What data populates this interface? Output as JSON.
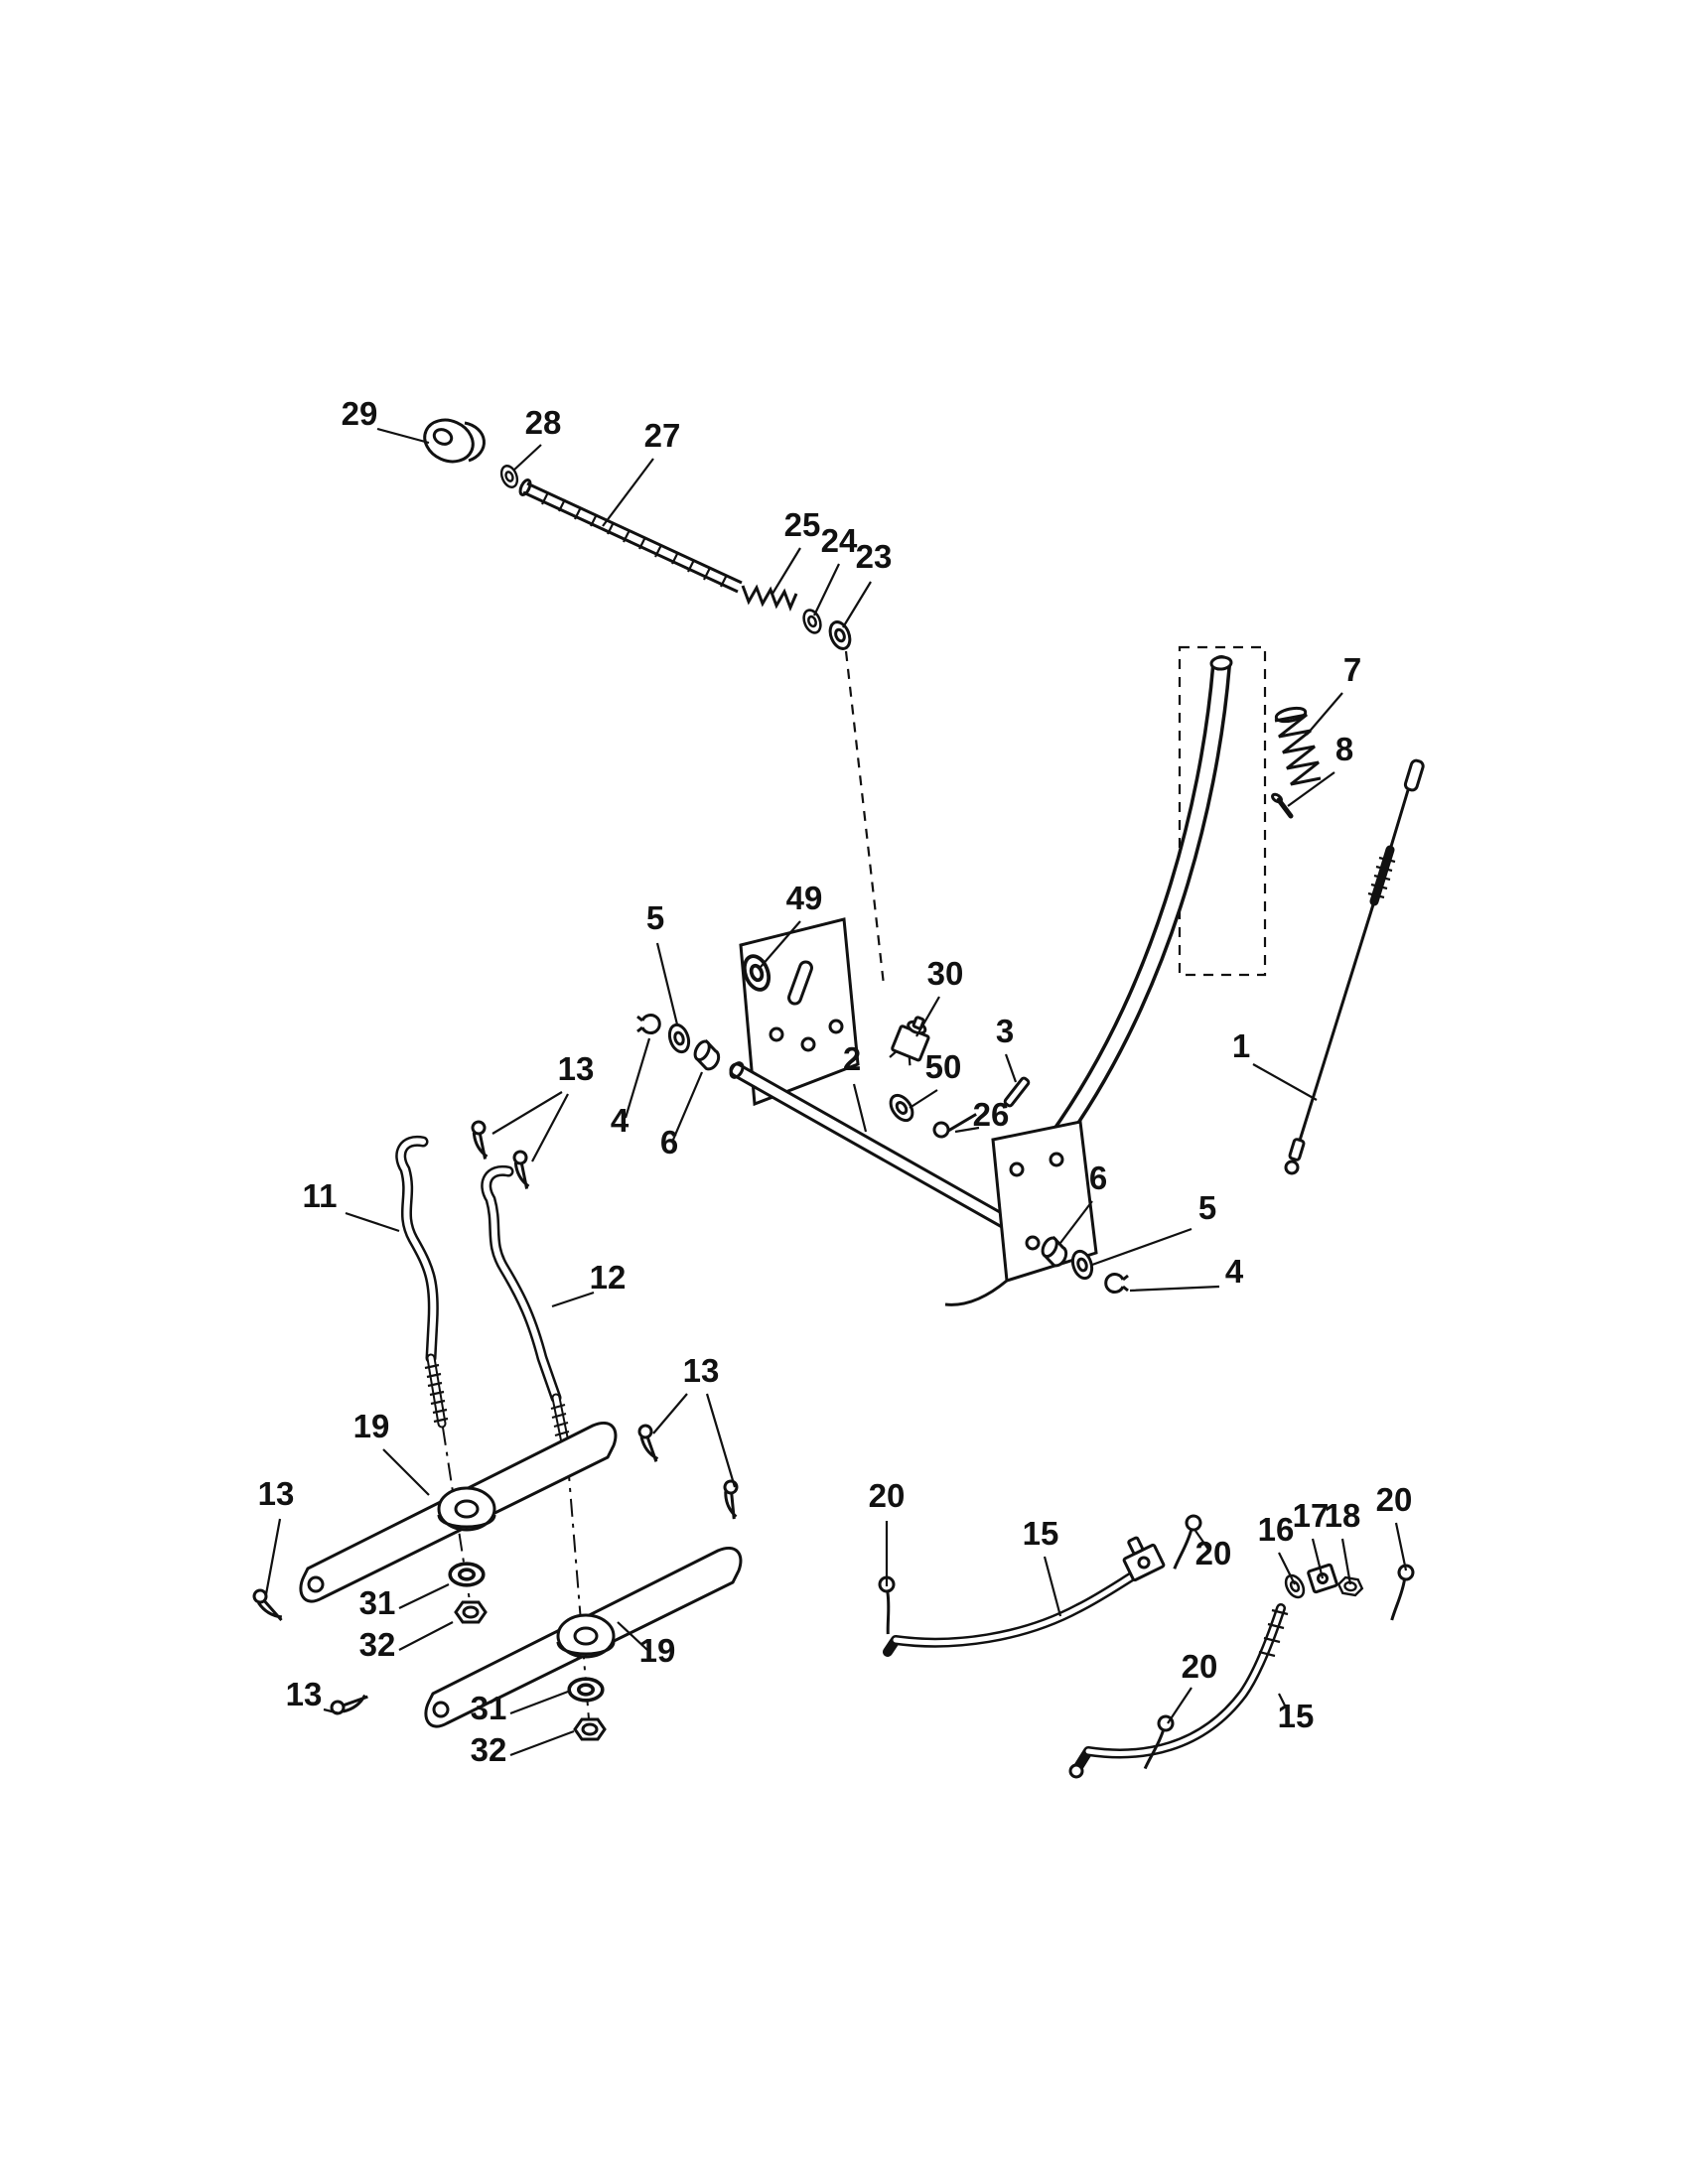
{
  "diagram": {
    "background_color": "#ffffff",
    "line_color": "#111111"
  },
  "callouts": {
    "p1": "1",
    "p2": "2",
    "p3": "3",
    "p4": "4",
    "p5": "5",
    "p6": "6",
    "p7": "7",
    "p8": "8",
    "p11": "11",
    "p12": "12",
    "p13": "13",
    "p15": "15",
    "p16": "16",
    "p17": "17",
    "p18": "18",
    "p19": "19",
    "p20": "20",
    "p23": "23",
    "p24": "24",
    "p25": "25",
    "p26": "26",
    "p27": "27",
    "p28": "28",
    "p29": "29",
    "p30": "30",
    "p31": "31",
    "p32": "32",
    "p49": "49",
    "p50": "50"
  }
}
